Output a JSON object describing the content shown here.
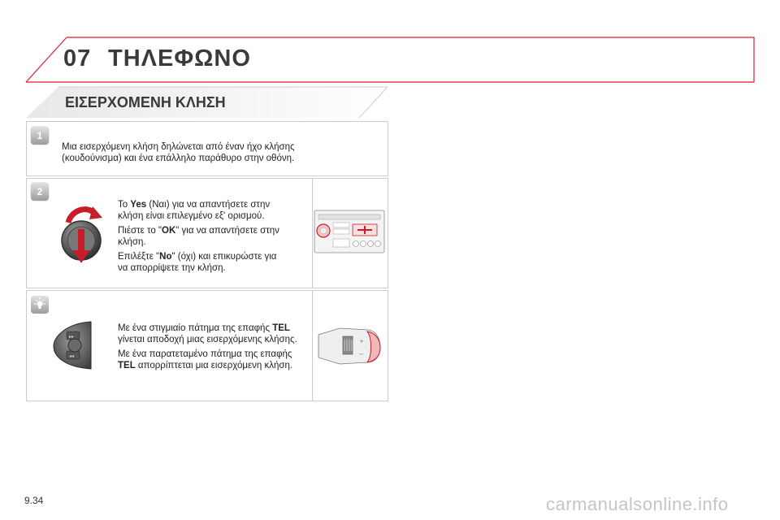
{
  "chapter": {
    "number": "07",
    "title": "ΤΗΛΕΦΩΝΟ"
  },
  "section": {
    "title": "ΕΙΣΕΡΧΟΜΕΝΗ ΚΛΗΣΗ"
  },
  "steps": [
    {
      "badge": "1",
      "lines": [
        "Μια εισερχόμενη κλήση δηλώνεται από έναν ήχο κλήσης",
        "(κουδούνισμα) και ένα επάλληλο παράθυρο στην οθόνη."
      ]
    },
    {
      "badge": "2",
      "p1": {
        "a": "Το ",
        "b": "Yes",
        "c": " (Ναι) για να απαντήσετε στην",
        "d": "κλήση είναι επιλεγμένο εξ' ορισμού."
      },
      "p2": {
        "a": "Πιέστε το \"",
        "b": "OK",
        "c": "\" για να απαντήσετε στην",
        "d": "κλήση."
      },
      "p3": {
        "a": "Επιλέξτε \"",
        "b": "No",
        "c": "\" (όχι) και επικυρώστε για",
        "d": "να απορρίψετε την κλήση."
      }
    },
    {
      "p1": {
        "a": "Με ένα στιγμιαίο πάτημα της επαφής ",
        "b": "TEL",
        "c": "γίνεται αποδοχή μιας εισερχόμενης κλήσης."
      },
      "p2": {
        "a": "Με ένα παρατεταμένο πάτημα της επαφής",
        "b": "TEL",
        "c": " απορρίπτεται μια εισερχόμενη κλήση."
      }
    }
  ],
  "page_number": "9.34",
  "watermark": "carmanualsonline.info",
  "colors": {
    "accent": "#d51f2f",
    "badge": "#9c9c9c",
    "border": "#cccccc"
  }
}
